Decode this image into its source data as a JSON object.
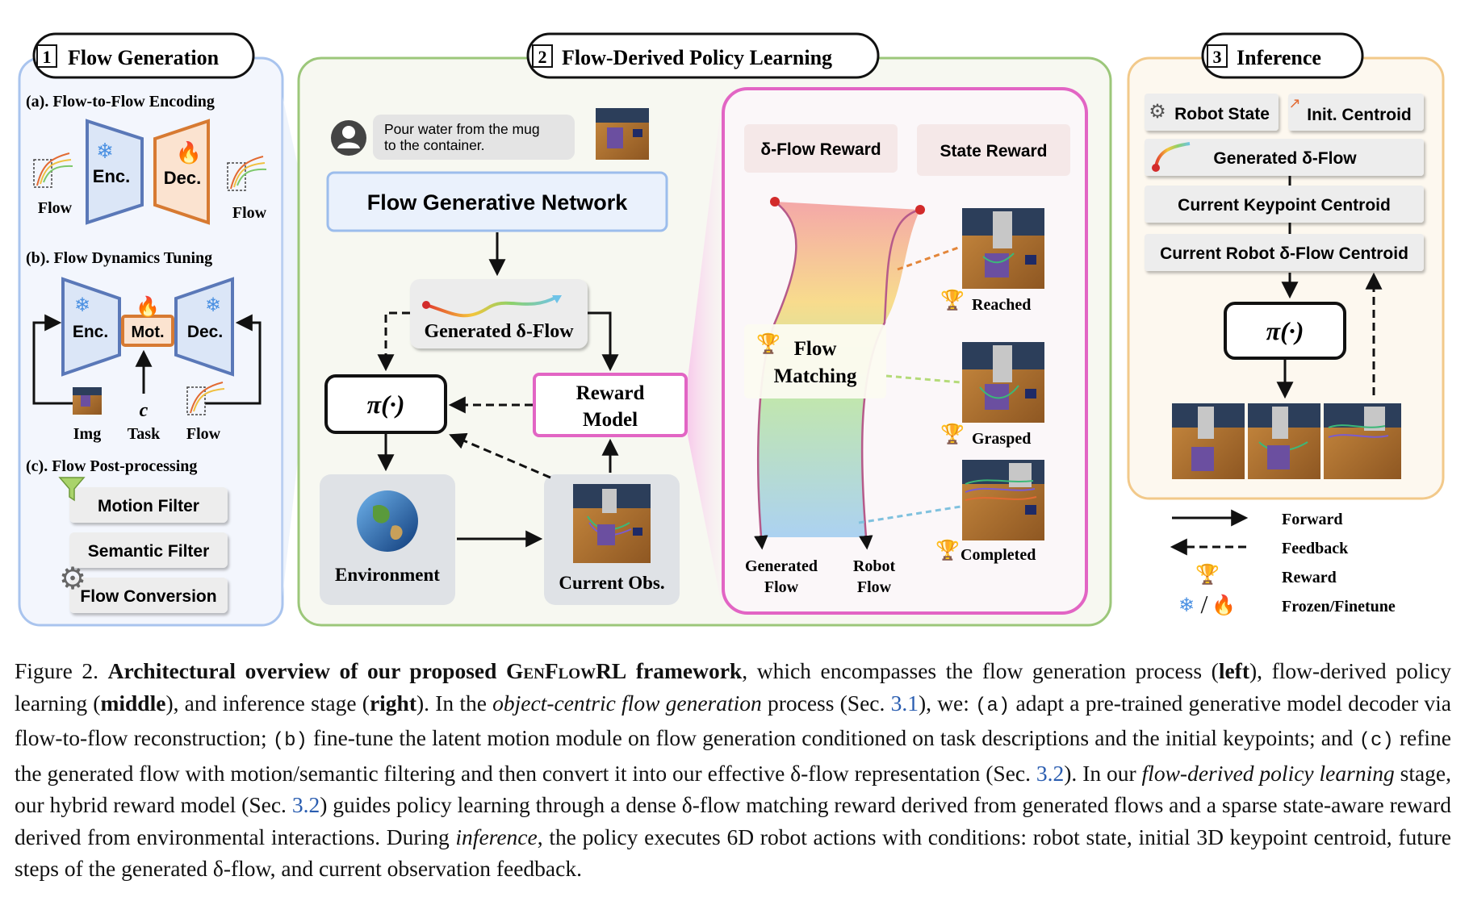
{
  "panels": {
    "flow_generation": {
      "num": "1",
      "title": "Flow Generation"
    },
    "policy_learning": {
      "num": "2",
      "title": "Flow-Derived Policy Learning"
    },
    "inference": {
      "num": "3",
      "title": "Inference"
    }
  },
  "flow_generation": {
    "a_title": "(a). Flow-to-Flow Encoding",
    "enc": "Enc.",
    "dec": "Dec.",
    "mot": "Mot.",
    "flow": "Flow",
    "b_title": "(b). Flow Dynamics Tuning",
    "img": "Img",
    "task": "Task",
    "c_symbol": "c",
    "c_title": "(c). Flow Post-processing",
    "motion_filter": "Motion Filter",
    "semantic_filter": "Semantic Filter",
    "flow_conversion": "Flow Conversion"
  },
  "policy_learning": {
    "instruction_line1": "Pour water from the mug",
    "instruction_line2": "to the container.",
    "network": "Flow Generative Network",
    "generated_flow": "Generated δ-Flow",
    "policy": "π(·)",
    "reward_model_line1": "Reward",
    "reward_model_line2": "Model",
    "environment": "Environment",
    "current_obs": "Current Obs.",
    "delta_flow_reward": "δ-Flow Reward",
    "state_reward": "State Reward",
    "flow_matching_line1": "Flow",
    "flow_matching_line2": "Matching",
    "generated_flow_line1": "Generated",
    "generated_flow_line2": "Flow",
    "robot_flow_line1": "Robot",
    "robot_flow_line2": "Flow",
    "reached": "Reached",
    "grasped": "Grasped",
    "completed": "Completed"
  },
  "inference": {
    "robot_state": "Robot State",
    "init_centroid": "Init. Centroid",
    "generated_flow": "Generated δ-Flow",
    "keypoint_centroid": "Current Keypoint Centroid",
    "robot_flow_centroid": "Current Robot δ-Flow Centroid",
    "policy": "π(·)"
  },
  "legend": {
    "forward": "Forward",
    "feedback": "Feedback",
    "reward": "Reward",
    "frozen_finetune": "Frozen/Finetune"
  },
  "caption": {
    "fig_label": "Figure 2.",
    "bold_lead_1": "Architectural overview of our proposed",
    "framework_name": "GenFlowRL",
    "bold_lead_2": "framework",
    "t1": ", which encompasses the flow generation process (",
    "left": "left",
    "t2": "), flow-derived policy learning (",
    "middle": "middle",
    "t3": "), and inference stage (",
    "right": "right",
    "t4": "). In the ",
    "ocfg": "object-centric flow generation",
    "t5": " process (Sec. ",
    "ref_31": "3.1",
    "t6": "), we: ",
    "a": "(a)",
    "t7": " adapt a pre-trained generative model decoder via flow-to-flow reconstruction; ",
    "b": "(b)",
    "t8": " fine-tune the latent motion module on flow generation conditioned on task descriptions and the initial keypoints; and ",
    "c": "(c)",
    "t9": " refine the generated flow with motion/semantic filtering and then convert it into our effective δ-flow representation (Sec. ",
    "ref_32a": "3.2",
    "t10": "). In our ",
    "fdpl": "flow-derived policy learning",
    "t11": " stage, our hybrid reward model (Sec. ",
    "ref_32b": "3.2",
    "t12": ") guides policy learning through a dense δ-flow matching reward derived from generated flows and a sparse state-aware reward derived from environmental interactions. During ",
    "inference": "inference",
    "t13": ", the policy executes 6D robot actions with conditions: robot state, initial 3D keypoint centroid, future steps of the generated δ-flow, and current observation feedback."
  },
  "colors": {
    "panel1_border": "#a9c4ee",
    "panel1_fill": "#f3f6fd",
    "panel2_border": "#9cc77a",
    "panel2_fill": "#f7f8f1",
    "panel3_border": "#f2c98a",
    "panel3_fill": "#fdf8ef",
    "reward_border": "#e265c4",
    "enc_blue": "#5a78b8",
    "dec_orange": "#d77a32",
    "ref_blue": "#2a5db0"
  }
}
